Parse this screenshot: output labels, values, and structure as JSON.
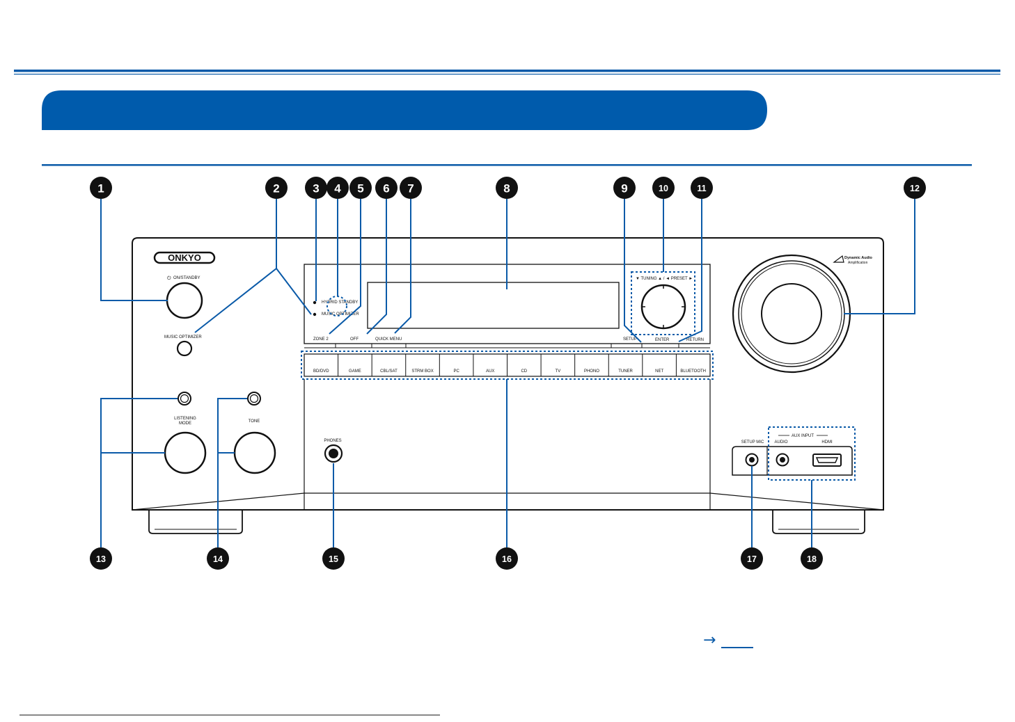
{
  "brand": "ONKYO",
  "logo_text": "Dynamic Audio Amplification",
  "callouts": [
    "1",
    "2",
    "3",
    "4",
    "5",
    "6",
    "7",
    "8",
    "9",
    "10",
    "11",
    "12",
    "13",
    "14",
    "15",
    "16",
    "17",
    "18"
  ],
  "labels": {
    "on_standby": "ON/STANDBY",
    "music_optimizer": "MUSIC OPTIMIZER",
    "hybrid_standby": "HYBRID STANDBY",
    "music_optimizer_led": "MUSIC OPTIMIZER",
    "zone2": "ZONE 2",
    "off": "OFF",
    "quick_menu": "QUICK MENU",
    "setup": "SETUP",
    "enter": "ENTER",
    "return": "RETURN",
    "tuning_preset": "▼ TUNING ▲ / ◄ PRESET ►",
    "listening_mode_1": "LISTENING",
    "listening_mode_2": "MODE",
    "tone": "TONE",
    "phones": "PHONES",
    "setup_mic": "SETUP MIC",
    "aux_input": "AUX INPUT",
    "audio": "AUDIO",
    "hdmi": "HDMI"
  },
  "input_buttons": [
    "BD/DVD",
    "GAME",
    "CBL/SAT",
    "STRM BOX",
    "PC",
    "AUX",
    "CD",
    "TV",
    "PHONO",
    "TUNER",
    "NET",
    "BLUETOOTH"
  ],
  "colors": {
    "accent": "#0a5aa8",
    "banner": "#005bac",
    "line": "#111111"
  },
  "link_arrow": "→"
}
